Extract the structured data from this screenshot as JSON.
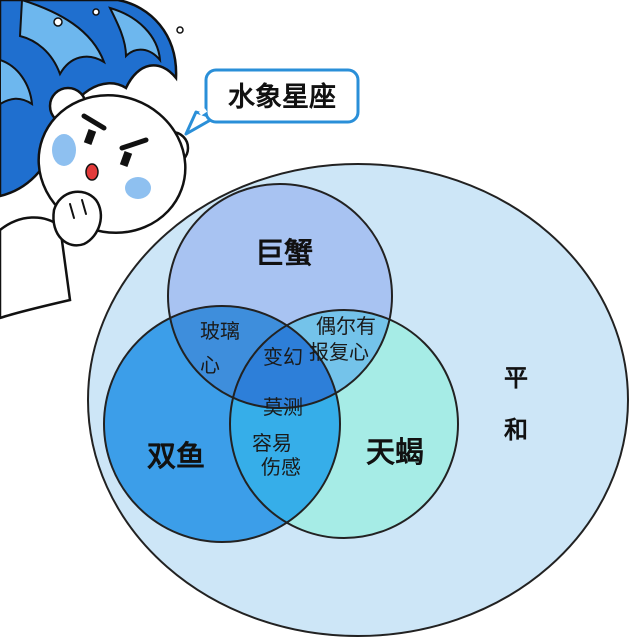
{
  "bubble": {
    "title": "水象星座"
  },
  "sets": {
    "top": "巨蟹",
    "left": "双鱼",
    "right": "天蝎"
  },
  "overlaps": {
    "top_left": [
      "玻璃",
      "心"
    ],
    "top_right": [
      "偶尔有",
      "报复心"
    ],
    "center": [
      "变幻",
      "莫测"
    ],
    "left_right": [
      "容易",
      "伤感"
    ]
  },
  "outer": [
    "平",
    "和"
  ],
  "colors": {
    "outer_fill": "#cde6f7",
    "top_fill": "#a8c3f2",
    "left_fill": "#3c9ee9",
    "right_fill": "#a6ece6",
    "top_left_fill": "#3e8edc",
    "top_right_fill": "#74c3ea",
    "left_right_fill": "#36aee9",
    "center_fill": "#2d7fd9",
    "bubble_border": "#2a8fd8",
    "wave_dark": "#1f6fcf",
    "wave_light": "#6db7ee"
  },
  "icons": [
    "wave-illustration",
    "bear-mascot"
  ]
}
